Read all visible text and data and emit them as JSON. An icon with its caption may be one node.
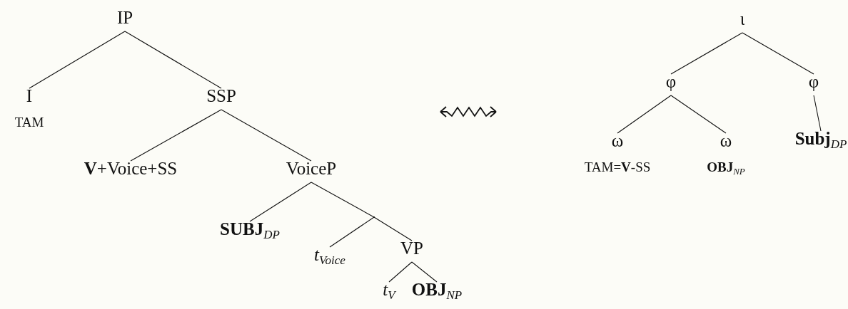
{
  "diagram": {
    "nodes": [
      {
        "text": [
          "IP"
        ]
      },
      {
        "text": [
          "I",
          "TAM"
        ]
      },
      {
        "text": [
          "SSP"
        ]
      },
      {
        "text": [
          "**V**+Voice+SS"
        ]
      },
      {
        "text": [
          "VoiceP"
        ]
      },
      {
        "text": [
          "**SUBJ**$_{DP}$"
        ]
      },
      {
        "text": [],
        "shape": "point"
      },
      {
        "text": [
          "*t*$_{Voice}$"
        ]
      },
      {
        "text": [
          "VP"
        ]
      },
      {
        "text": [
          "*t*$_{V}$"
        ]
      },
      {
        "text": [
          "**OBJ**$_{NP}$"
        ]
      },
      {
        "text": [
          "ι"
        ]
      },
      {
        "text": [
          "φ"
        ]
      },
      {
        "text": [
          "φ"
        ]
      },
      {
        "text": [
          "ω",
          "TAM=**V**-SS"
        ]
      },
      {
        "text": [
          "ω",
          "**OBJ**$_{NP}$"
        ]
      },
      {
        "text": [
          "**Subj**$_{DP}$"
        ]
      }
    ],
    "edges": [
      {
        "from": 0,
        "to": 1,
        "arrow": "none"
      },
      {
        "from": 0,
        "to": 2,
        "arrow": "none"
      },
      {
        "from": 2,
        "to": 3,
        "arrow": "none"
      },
      {
        "from": 2,
        "to": 4,
        "arrow": "none"
      },
      {
        "from": 4,
        "to": 5,
        "arrow": "none"
      },
      {
        "from": 4,
        "to": 6,
        "arrow": "none"
      },
      {
        "from": 6,
        "to": 7,
        "arrow": "none"
      },
      {
        "from": 6,
        "to": 8,
        "arrow": "none"
      },
      {
        "from": 8,
        "to": 9,
        "arrow": "none"
      },
      {
        "from": 8,
        "to": 10,
        "arrow": "none"
      },
      {
        "from": 11,
        "to": 12,
        "arrow": "none"
      },
      {
        "from": 11,
        "to": 13,
        "arrow": "none"
      },
      {
        "from": 12,
        "to": 14,
        "arrow": "none"
      },
      {
        "from": 12,
        "to": 15,
        "arrow": "none"
      },
      {
        "from": 13,
        "to": 16,
        "arrow": "none"
      }
    ]
  }
}
